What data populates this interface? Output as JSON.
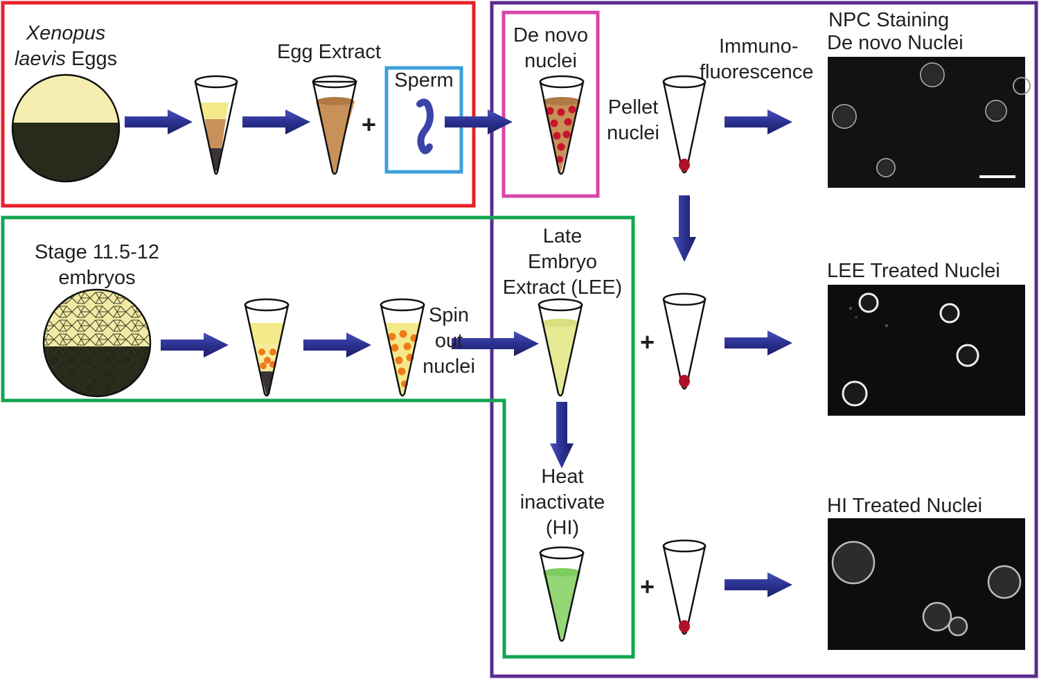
{
  "colors": {
    "red_box": "#e8202a",
    "green_box": "#12a650",
    "purple_box": "#5b2c8e",
    "blue_box": "#3aa0dc",
    "magenta_box": "#d946a8",
    "arrow": "#2b3190",
    "egg_top": "#f5eeb0",
    "egg_bottom": "#262b1b",
    "egg_extract": "#c8915a",
    "yellow_layer": "#f3e98a",
    "red_nuclei": "#c8152b",
    "orange_nuclei": "#f07a1a",
    "lee_liquid": "#e6ea94",
    "hi_liquid": "#93d776",
    "pellet": "#b0112a"
  },
  "top_row": {
    "egg_label_italic": "Xenopus",
    "egg_label_italic2": "laevis",
    "egg_label_rest": "Eggs",
    "egg_extract_label": "Egg Extract",
    "sperm_label": "Sperm",
    "de_novo_line1": "De novo",
    "de_novo_line2": "nuclei",
    "pellet_line1": "Pellet",
    "pellet_line2": "nuclei",
    "immuno_line1": "Immuno-",
    "immuno_line2": "fluorescence",
    "npc_title_line1": "NPC Staining",
    "npc_title_line2": "De novo Nuclei",
    "plus": "+"
  },
  "middle_row": {
    "stage_line1": "Stage 11.5-12",
    "stage_line2": "embryos",
    "spin_line1": "Spin",
    "spin_line2": "out",
    "spin_line3": "nuclei",
    "lee_line1": "Late",
    "lee_line2": "Embryo",
    "lee_line3": "Extract (LEE)",
    "lee_title": "LEE Treated Nuclei",
    "plus": "+"
  },
  "bottom_row": {
    "heat_line1": "Heat",
    "heat_line2": "inactivate",
    "heat_line3": "(HI)",
    "hi_title": "HI Treated Nuclei",
    "plus": "+"
  }
}
